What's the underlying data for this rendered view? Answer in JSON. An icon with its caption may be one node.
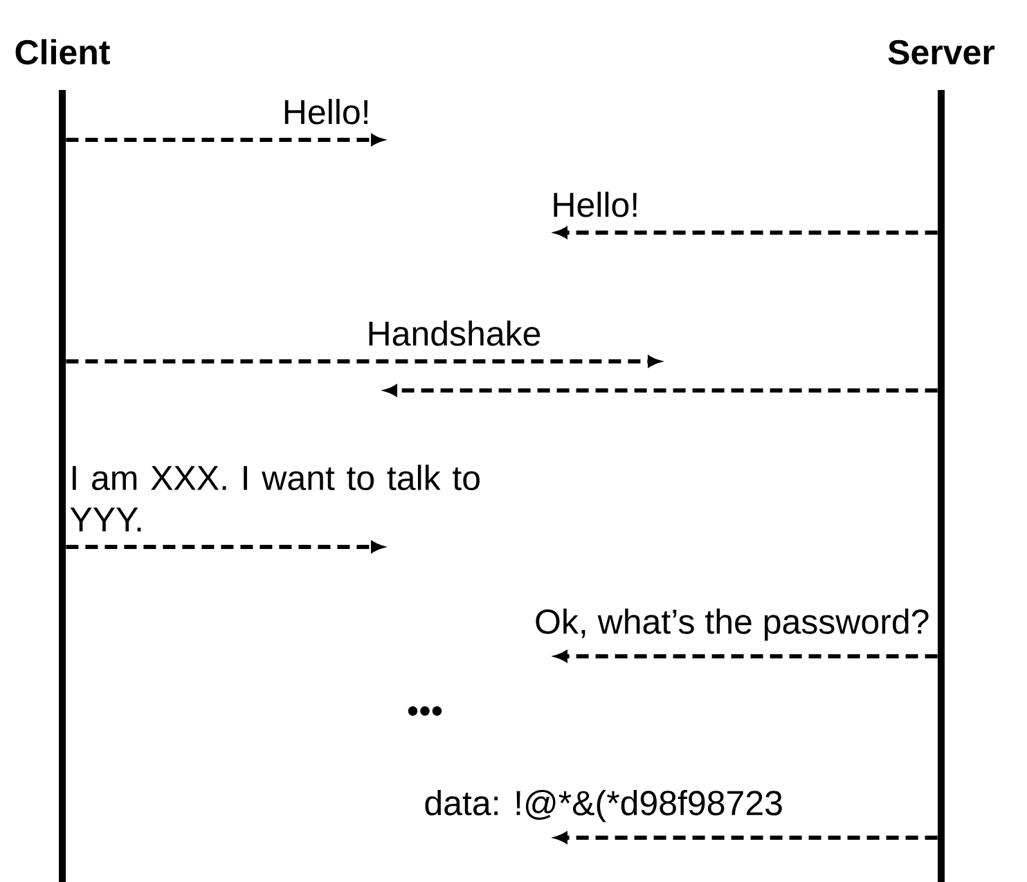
{
  "diagram": {
    "nodes": [
      {
        "text": [
          "Client"
        ]
      },
      {
        "text": [
          "Server"
        ]
      }
    ],
    "edges": [
      {
        "from": 0,
        "to": null,
        "arrow": "to",
        "label": "Hello!"
      },
      {
        "from": 1,
        "to": null,
        "arrow": "to",
        "label": "Hello!"
      },
      {
        "from": 0,
        "to": null,
        "arrow": "to",
        "label": "Handshake"
      },
      {
        "from": 1,
        "to": null,
        "arrow": "to"
      },
      {
        "from": 0,
        "to": null,
        "arrow": "to",
        "label": "I am XXX. I want to talk to YYY."
      },
      {
        "from": 1,
        "to": null,
        "arrow": "to",
        "label": "Ok, what’s the password?"
      },
      {
        "from": 1,
        "to": null,
        "arrow": "to",
        "label": "data: !@*&(*d98f98723"
      }
    ],
    "labels": [
      "•••"
    ]
  }
}
